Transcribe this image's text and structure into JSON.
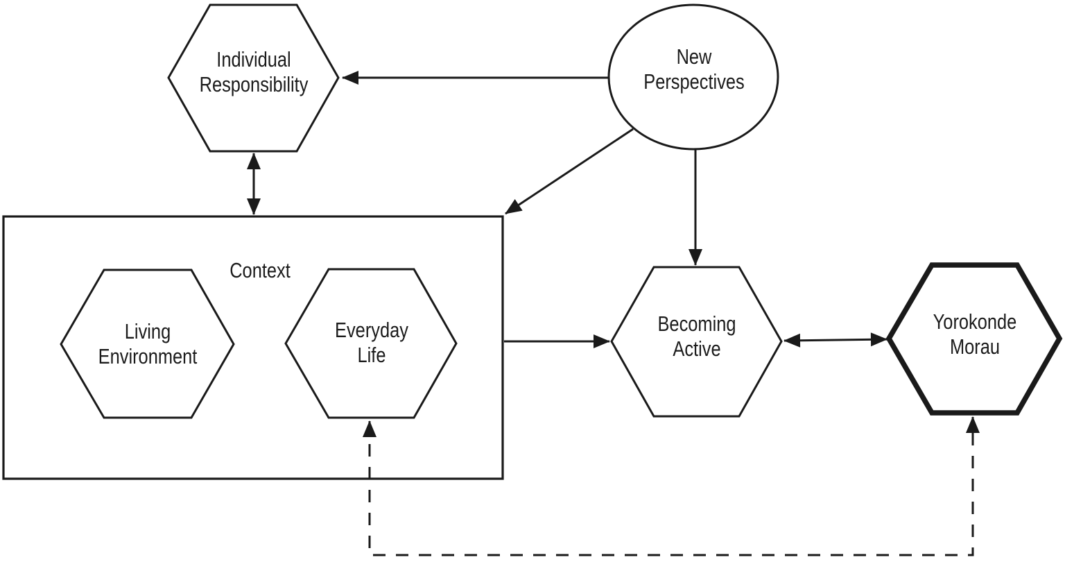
{
  "figure": {
    "type": "concept-flow-diagram",
    "colors": {
      "background": "#ffffff",
      "line": "#1a1a1a",
      "text": "#1b1b1b"
    },
    "nodes": {
      "individual_responsibility": {
        "shape": "hexagon",
        "line1": "Individual",
        "line2": "Responsibility"
      },
      "new_perspectives": {
        "shape": "ellipse",
        "line1": "New",
        "line2": "Perspectives"
      },
      "context": {
        "shape": "rectangle",
        "label": "Context"
      },
      "living_environment": {
        "shape": "hexagon",
        "line1": "Living",
        "line2": "Environment"
      },
      "everyday_life": {
        "shape": "hexagon",
        "line1": "Everyday",
        "line2": "Life"
      },
      "becoming_active": {
        "shape": "hexagon",
        "line1": "Becoming",
        "line2": "Active"
      },
      "yorokonde_morau": {
        "shape": "hexagon",
        "border": "bold",
        "line1": "Yorokonde",
        "line2": "Morau"
      }
    },
    "containment": [
      {
        "parent": "context",
        "children": [
          "living_environment",
          "everyday_life"
        ]
      }
    ],
    "edges": [
      {
        "from": "new_perspectives",
        "to": "individual_responsibility",
        "style": "solid",
        "heads": "single"
      },
      {
        "from": "new_perspectives",
        "to": "context",
        "style": "solid",
        "heads": "single"
      },
      {
        "from": "new_perspectives",
        "to": "becoming_active",
        "style": "solid",
        "heads": "single"
      },
      {
        "from": "individual_responsibility",
        "to": "context",
        "style": "solid",
        "heads": "double"
      },
      {
        "from": "context",
        "to": "becoming_active",
        "style": "solid",
        "heads": "single"
      },
      {
        "from": "becoming_active",
        "to": "yorokonde_morau",
        "style": "solid",
        "heads": "double"
      },
      {
        "from": "everyday_life",
        "to": "yorokonde_morau",
        "style": "dashed",
        "heads": "double"
      }
    ]
  }
}
